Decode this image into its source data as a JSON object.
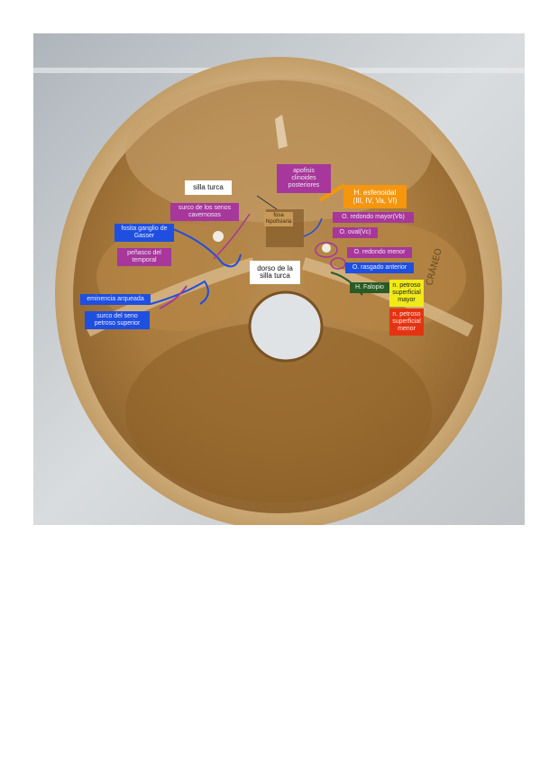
{
  "labels": {
    "silla_turca": "silla turca",
    "apofisis": "apofisis\nclinoides\nposteriores",
    "h_esfenoidal": "H. esfenoidal\n(III, IV, Va, VI)",
    "surco_senos": "surco de los senos\ncavernosos",
    "fosa_hipofisaria": "fosa\nhipofisiaria",
    "o_redondo_mayor": "O. redondo mayor(Vb)",
    "fosita_ganglio": "fosita ganglio de\nGasser",
    "o_oval": "O. oval(Vc)",
    "o_redondo_menor": "O. redondo menor",
    "penasco": "peñasco del\ntemporal",
    "dorso": "dorso de la\nsilla turca",
    "o_rasgado": "O. rasgado anterior",
    "h_falopio": "H. Falopio",
    "n_petroso_mayor": "n. petroso\nsuperficial\nmayor",
    "eminencia": "eminencia arqueada",
    "surco_petroso": "surco del seno\npetroso superior",
    "n_petroso_menor": "n. petroso\nsuperficial\nmenor"
  },
  "colors": {
    "white": "#ffffff",
    "purple": "#a7379b",
    "blue": "#1f4fe0",
    "orange": "#f5960f",
    "green": "#2a5a26",
    "yellow": "#f1ea18",
    "red": "#e53312"
  }
}
